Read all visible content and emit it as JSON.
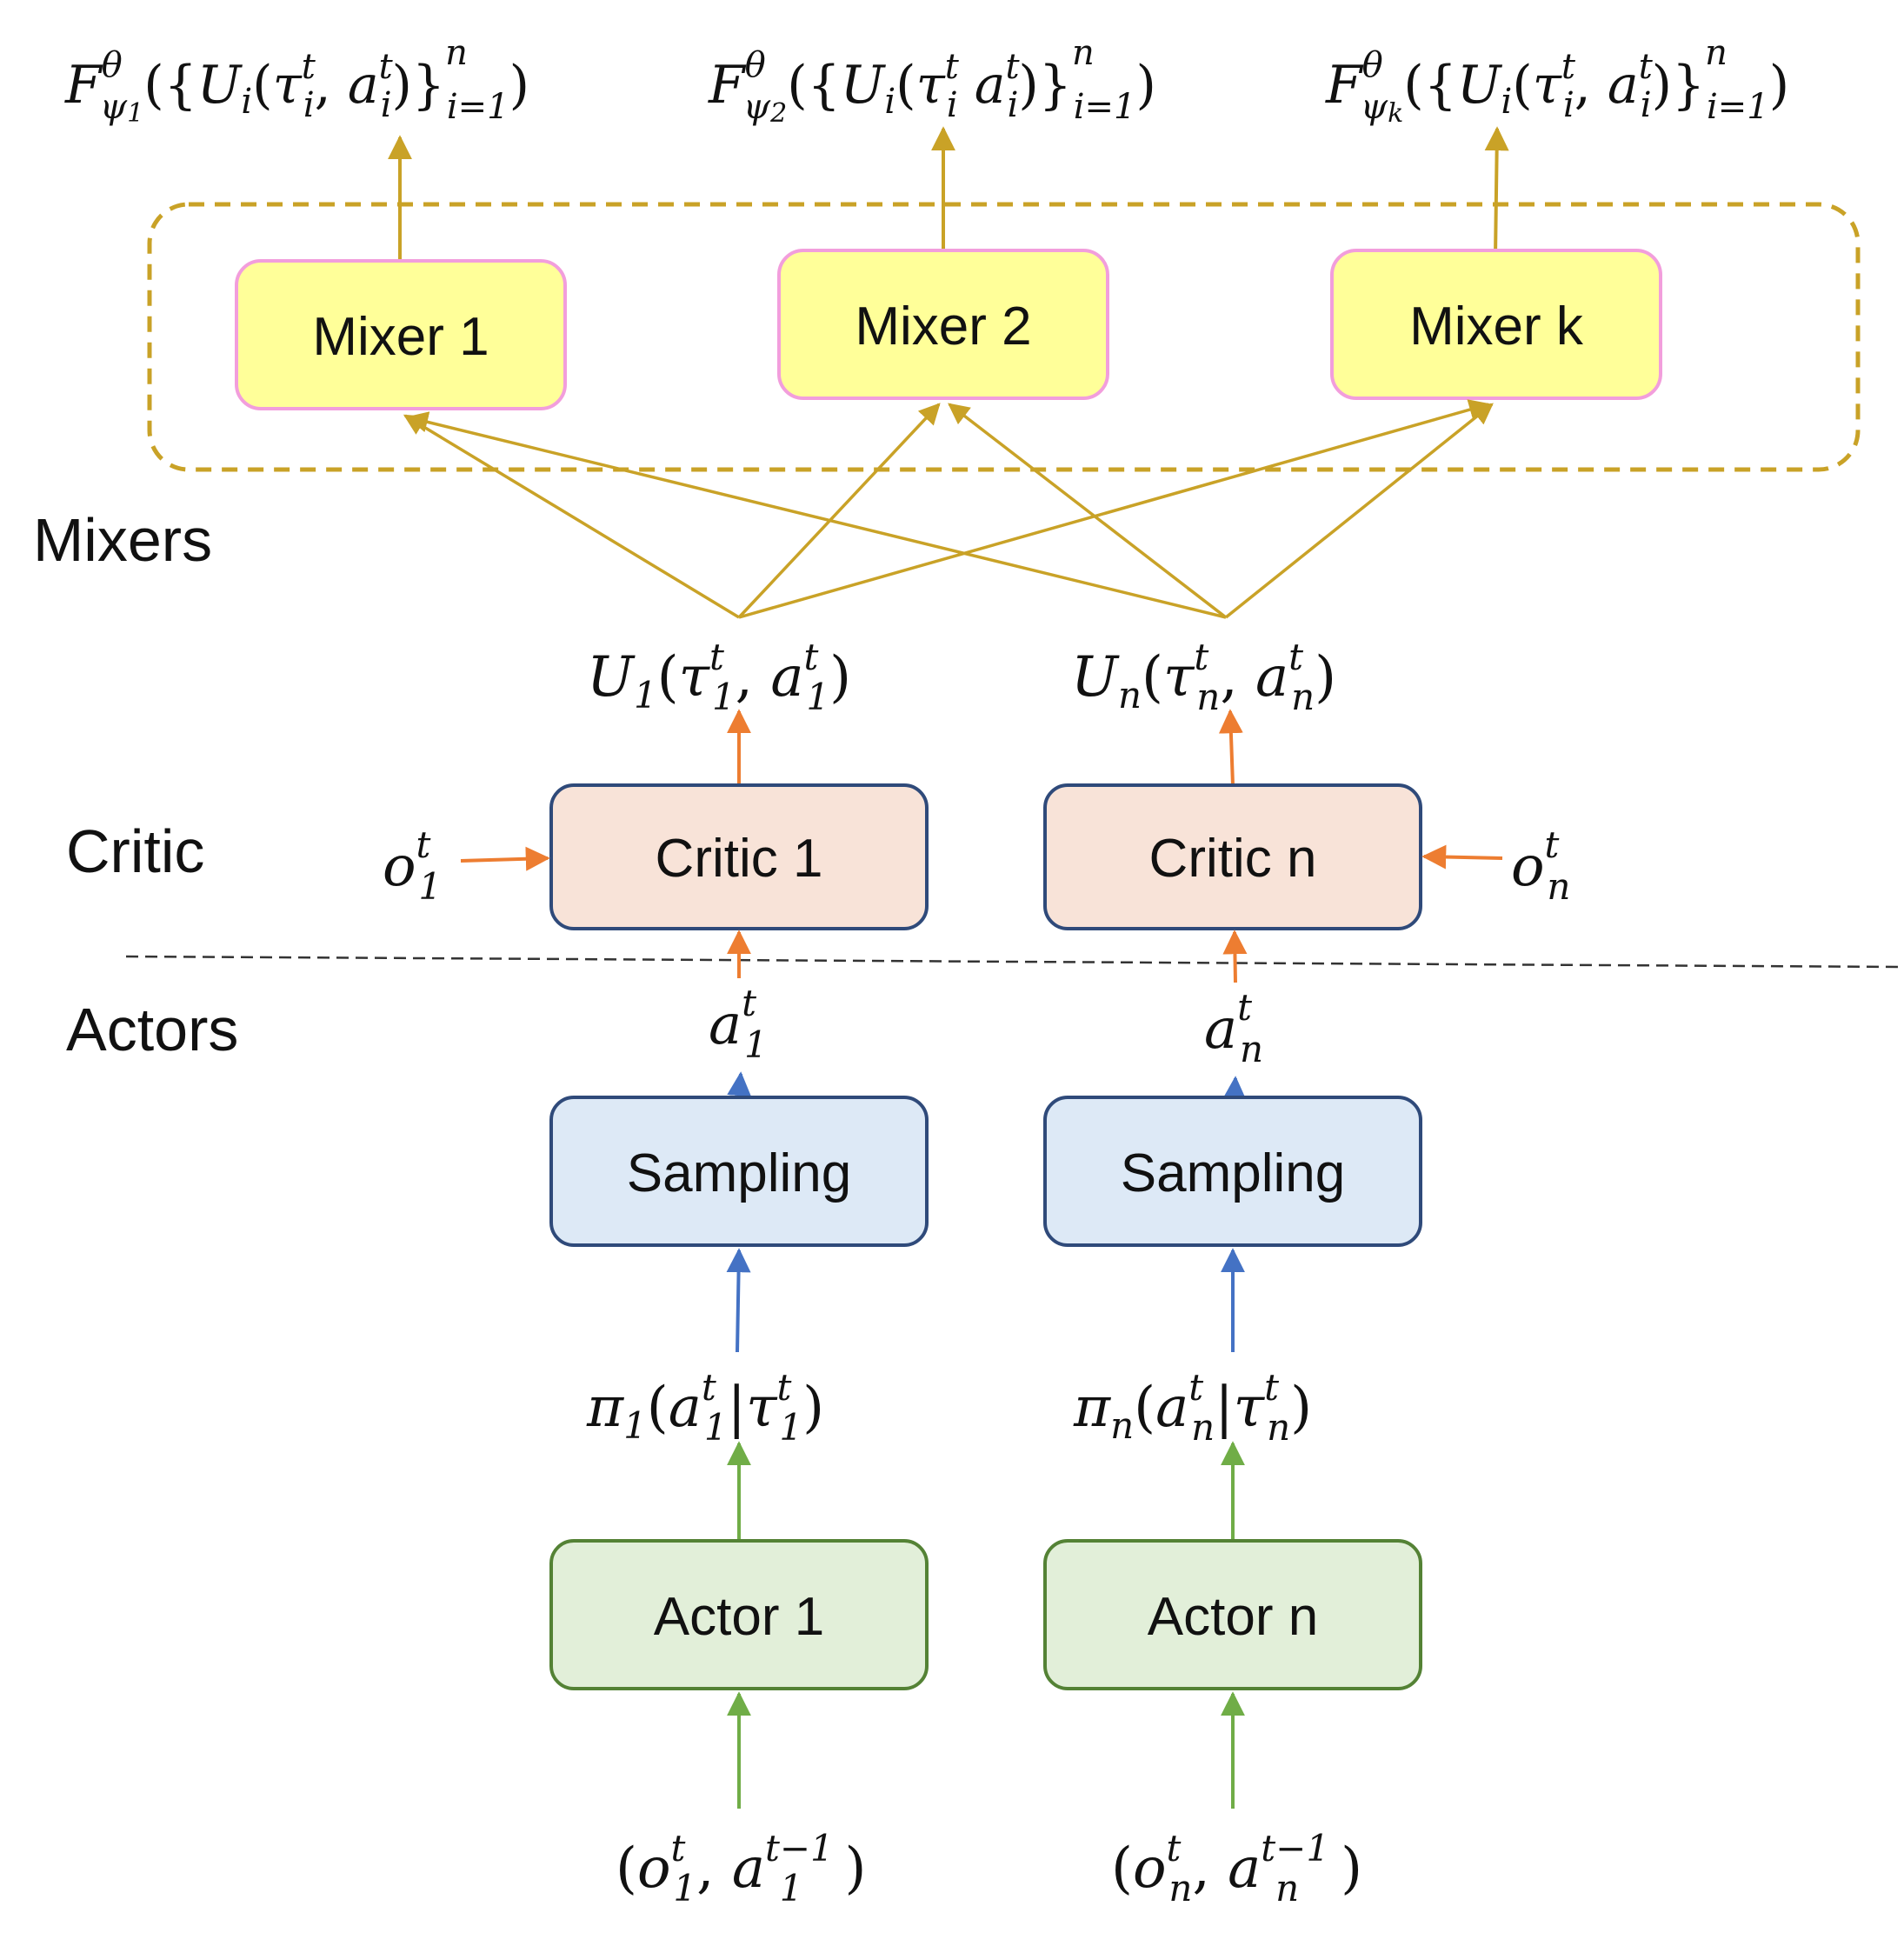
{
  "sections": {
    "mixers": "Mixers",
    "critic": "Critic",
    "actors": "Actors"
  },
  "mixers": [
    {
      "label": "Mixer 1",
      "output": {
        "sub": "ψ1",
        "inner": "τi t, ai t"
      }
    },
    {
      "label": "Mixer 2",
      "output": {
        "sub": "ψ2",
        "inner": "τi t ai t"
      }
    },
    {
      "label": "Mixer k",
      "output": {
        "sub": "ψk",
        "inner": "τi t, ai t"
      }
    }
  ],
  "agents": [
    {
      "critic": "Critic 1",
      "sampling": "Sampling",
      "actor": "Actor 1",
      "utility": "U1(τ1t, a1t)",
      "action": "a1t",
      "policy": "π1(a1t|τ1t)",
      "observation": "o1t",
      "input": "(o1t, a1t−1)"
    },
    {
      "critic": "Critic n",
      "sampling": "Sampling",
      "actor": "Actor n",
      "utility": "Un(τnt, ant)",
      "action": "ant",
      "policy": "πn(ant|τnt)",
      "observation": "ont",
      "input": "(ont, ant−1)"
    }
  ],
  "colors": {
    "mixer_fill": "#FFFF99",
    "mixer_stroke": "#F29EDC",
    "mixer_group_stroke": "#C9A227",
    "mixer_arrow": "#C9A227",
    "critic_fill": "#F8E3D8",
    "critic_stroke": "#2F4A7A",
    "sampling_fill": "#DDE9F6",
    "sampling_stroke": "#2F4A7A",
    "actor_fill": "#E2EFD9",
    "actor_stroke": "#548235",
    "orange_arrow": "#ED7D31",
    "blue_arrow": "#4472C4",
    "green_arrow": "#70AD47",
    "separator": "#333333"
  }
}
